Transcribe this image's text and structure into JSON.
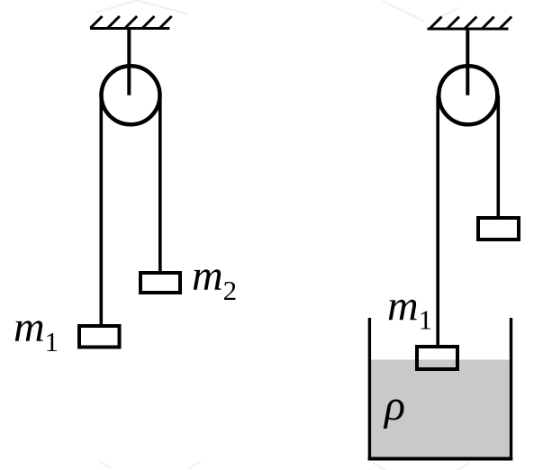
{
  "figure": {
    "description": "Two pulley systems hanging from a ceiling; in the left system masses m1 and m2 hang from a string over a pulley; in the right system mass m1 is submerged in a container of liquid with density rho while the other mass hangs free",
    "colors": {
      "ink": "#000000",
      "liquid": "#c9c9c9",
      "background": "#ffffff",
      "watermark": "#f1f1f1"
    },
    "left_system": {
      "mass1_label": {
        "base": "m",
        "sub": "1"
      },
      "mass2_label": {
        "base": "m",
        "sub": "2"
      }
    },
    "right_system": {
      "mass1_label": {
        "base": "m",
        "sub": "1"
      },
      "density_label": "ρ"
    }
  }
}
